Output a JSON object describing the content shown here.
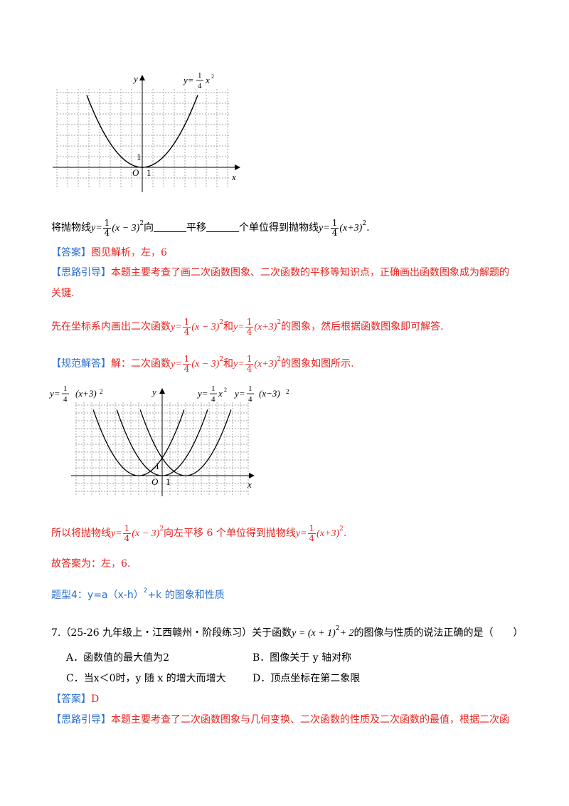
{
  "graph1": {
    "curve_label": "y=",
    "frac_num": "1",
    "frac_den": "4",
    "curve_var": "x",
    "curve_exp": "2",
    "axis_x": "x",
    "axis_y": "y",
    "origin": "O",
    "tick_x": "1",
    "tick_y": "1"
  },
  "q6": {
    "prefix": "将抛物线",
    "expr1": "(x − 3)",
    "mid1": "向",
    "mid2": "平移",
    "mid3": "个单位得到抛物线",
    "expr2": "(x+3)",
    "end": "."
  },
  "answer": {
    "tag": "【答案】",
    "text": "图见解析，左，6"
  },
  "hint": {
    "tag": "【思路引导】",
    "line1": "本题主要考查了画二次函数图象、二次函数的平移等知识点，正确画出函数图象成为解题的",
    "line2": "关键."
  },
  "method": {
    "prefix": "先在坐标系内画出二次函数",
    "and": "和",
    "suffix": "的图象，然后根据函数图象即可解答."
  },
  "solution": {
    "tag": "【规范解答】",
    "prefix": "解：二次函数",
    "and": "和",
    "suffix": "的图象如图所示."
  },
  "graph2": {
    "left_label": "(x+3)",
    "mid_label": "y=",
    "right_label": "(x−3)",
    "exp": "2",
    "axis_x": "x",
    "axis_y": "y",
    "origin": "O",
    "tick_x": "1",
    "tick_y": "1"
  },
  "conclusion": {
    "prefix": "所以将抛物线",
    "mid": "向左平移 6 个单位得到抛物线",
    "end": "."
  },
  "final_answer": "故答案为：左，6.",
  "section_title": {
    "prefix": "题型4：y=a（x-h）",
    "exp": "2",
    "suffix": "+k 的图象和性质"
  },
  "q7": {
    "number": "7.",
    "source": "（25-26 九年级上・江西赣州・阶段练习）关于函数",
    "func": "y = (x + 1)",
    "func_exp": "2",
    "func_tail": "+ 2",
    "stem_end": "的图像与性质的说法正确的是（　　）",
    "options": [
      "A．函数值的最大值为2",
      "B．图像关于 y 轴对称",
      "C．当x＜0时，y 随 x 的增大而增大",
      "D．顶点坐标在第二象限"
    ]
  },
  "q7_answer": {
    "tag": "【答案】",
    "text": "D"
  },
  "q7_hint": {
    "tag": "【思路引导】",
    "text": "本题主要考查了二次函数图象与几何变换、二次函数的性质及二次函数的最值，根据二次函"
  }
}
